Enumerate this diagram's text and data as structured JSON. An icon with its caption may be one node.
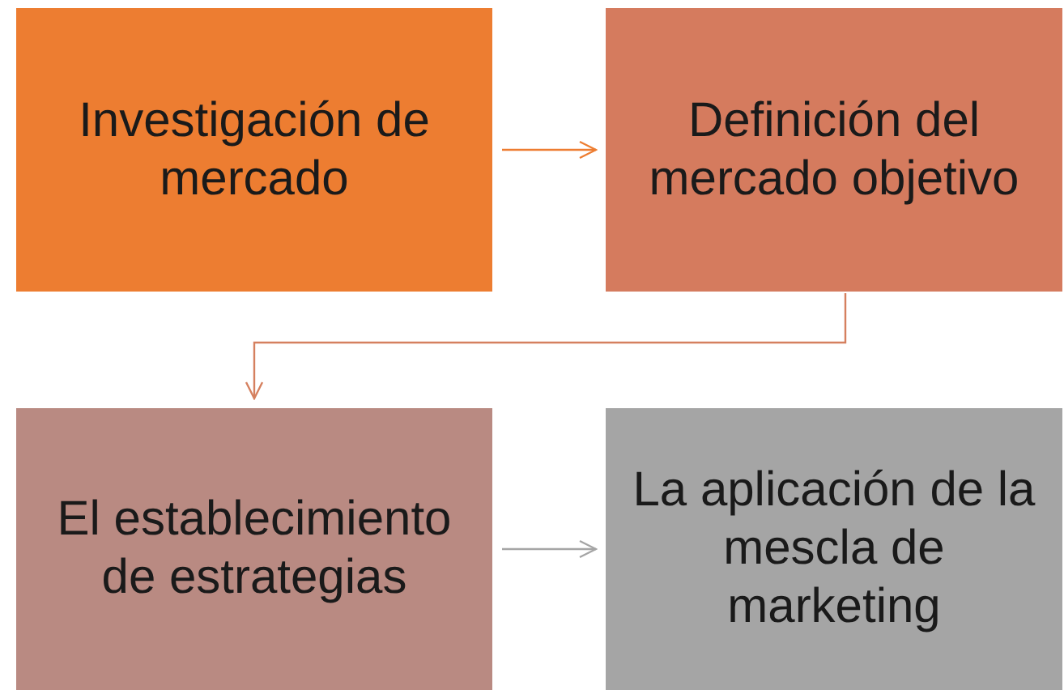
{
  "diagram": {
    "nodes": [
      {
        "text": [
          "Investigación de mercado"
        ]
      },
      {
        "text": [
          "Definición del mercado objetivo"
        ]
      },
      {
        "text": [
          "El establecimiento de estrategias"
        ]
      },
      {
        "text": [
          "La aplicación de la mescla de marketing"
        ]
      }
    ],
    "edges": [
      {
        "from": 0,
        "to": 1,
        "arrow": "to",
        "color": "#ed7d31"
      },
      {
        "from": 1,
        "to": 2,
        "arrow": "to",
        "color": "#d5805f"
      },
      {
        "from": 2,
        "to": 3,
        "arrow": "to",
        "color": "#a5a5a5"
      }
    ]
  }
}
